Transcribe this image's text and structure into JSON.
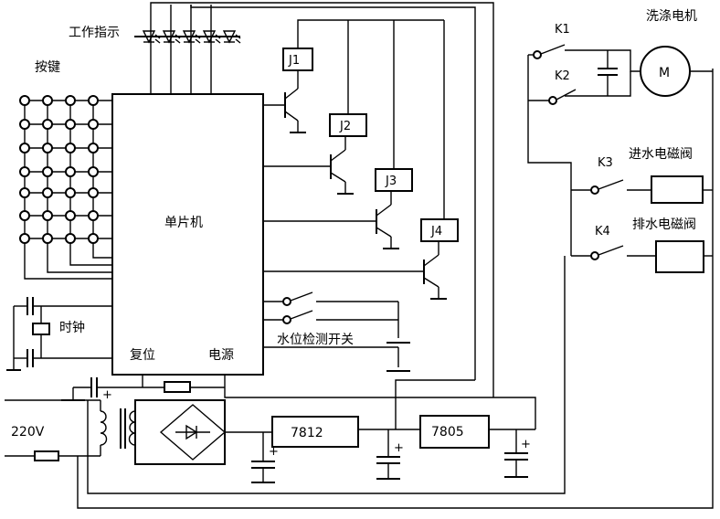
{
  "labels": {
    "work_indicator": "工作指示",
    "keys": "按键",
    "mcu": "单片机",
    "clock": "时钟",
    "reset": "复位",
    "power": "电源",
    "water_level_switch": "水位检测开关",
    "wash_motor": "洗涤电机",
    "inlet_valve": "进水电磁阀",
    "drain_valve": "排水电磁阀",
    "mains": "220V"
  },
  "relays": [
    "J1",
    "J2",
    "J3",
    "J4"
  ],
  "switches": [
    "K1",
    "K2",
    "K3",
    "K4"
  ],
  "regulators": [
    "7812",
    "7805"
  ],
  "motor_symbol": "M"
}
